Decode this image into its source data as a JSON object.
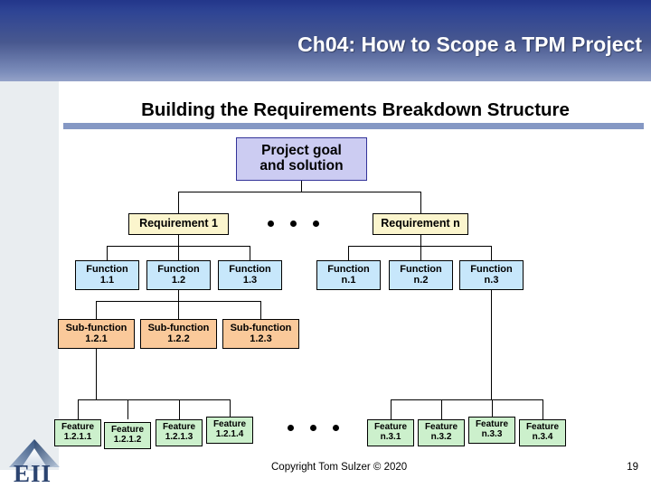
{
  "header": {
    "title": "Ch04: How to Scope a TPM Project"
  },
  "subtitle": "Building the Requirements Breakdown Structure",
  "colors": {
    "header_gradient_top": "#23368a",
    "header_gradient_bottom": "#94a2c8",
    "accent_bar": "#8598c4",
    "left_band": "#e9edf0",
    "goal_box": "#ccccf2",
    "goal_border": "#333399",
    "requirement_box": "#fbf5cd",
    "function_box": "#c7e7fb",
    "subfunction_box": "#fac99a",
    "feature_box": "#ccf0cc",
    "logo_text": "#2c4470"
  },
  "diagram": {
    "goal": {
      "line1": "Project goal",
      "line2": "and solution"
    },
    "requirements": [
      {
        "label": "Requirement 1"
      },
      {
        "label": "Requirement n"
      }
    ],
    "functions_left": [
      {
        "line1": "Function",
        "line2": "1.1"
      },
      {
        "line1": "Function",
        "line2": "1.2"
      },
      {
        "line1": "Function",
        "line2": "1.3"
      }
    ],
    "functions_right": [
      {
        "line1": "Function",
        "line2": "n.1"
      },
      {
        "line1": "Function",
        "line2": "n.2"
      },
      {
        "line1": "Function",
        "line2": "n.3"
      }
    ],
    "subfunctions": [
      {
        "line1": "Sub-function",
        "line2": "1.2.1"
      },
      {
        "line1": "Sub-function",
        "line2": "1.2.2"
      },
      {
        "line1": "Sub-function",
        "line2": "1.2.3"
      }
    ],
    "features_left": [
      {
        "line1": "Feature",
        "line2": "1.2.1.1"
      },
      {
        "line1": "Feature",
        "line2": "1.2.1.2"
      },
      {
        "line1": "Feature",
        "line2": "1.2.1.3"
      },
      {
        "line1": "Feature",
        "line2": "1.2.1.4"
      }
    ],
    "features_right": [
      {
        "line1": "Feature",
        "line2": "n.3.1"
      },
      {
        "line1": "Feature",
        "line2": "n.3.2"
      },
      {
        "line1": "Feature",
        "line2": "n.3.3"
      },
      {
        "line1": "Feature",
        "line2": "n.3.4"
      }
    ],
    "ellipsis_count": 3
  },
  "footer": {
    "copyright": "Copyright Tom Sulzer © 2020",
    "page_number": "19"
  },
  "logo": {
    "text": "EII"
  }
}
